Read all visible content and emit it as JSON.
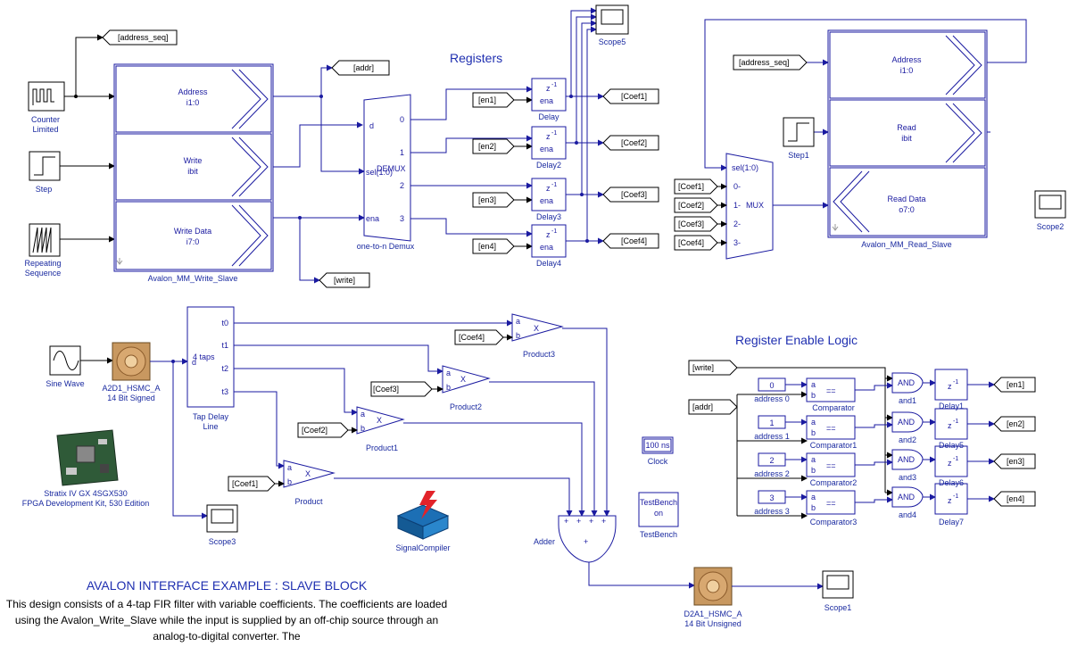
{
  "titles": {
    "registers": "Registers",
    "register_enable_logic": "Register Enable Logic",
    "example_heading": "AVALON INTERFACE EXAMPLE : SLAVE BLOCK",
    "example_text": "This design consists of a 4-tap FIR filter with variable coefficients.  The coefficients are loaded using the Avalon_Write_Slave while the input is supplied by an off-chip source through an analog-to-digital converter. The"
  },
  "sources": {
    "counter": "Counter Limited",
    "step": "Step",
    "repeating": "Repeating Sequence",
    "sine": "Sine Wave",
    "step1": "Step1"
  },
  "write_slave": {
    "name": "Avalon_MM_Write_Slave",
    "address": "Address",
    "address_type": "i1:0",
    "write": "Write",
    "write_type": "ibit",
    "write_data": "Write Data",
    "write_data_type": "i7:0"
  },
  "read_slave": {
    "name": "Avalon_MM_Read_Slave",
    "address": "Address",
    "address_type": "i1:0",
    "read": "Read",
    "read_type": "ibit",
    "read_data": "Read Data",
    "read_data_type": "o7:0"
  },
  "demux": {
    "name": "one-to-n Demux",
    "label": "DEMUX",
    "in_d": "d",
    "in_sel": "sel(1:0)",
    "in_ena": "ena",
    "outs": [
      "0",
      "1",
      "2",
      "3"
    ]
  },
  "mux": {
    "label": "MUX",
    "sel": "sel(1:0)",
    "ins": [
      "0-",
      "1-",
      "2-",
      "3-"
    ]
  },
  "tags": {
    "address_seq": "[address_seq]",
    "addr": "[addr]",
    "write": "[write]",
    "en": [
      "[en1]",
      "[en2]",
      "[en3]",
      "[en4]"
    ],
    "coef": [
      "[Coef1]",
      "[Coef2]",
      "[Coef3]",
      "[Coef4]"
    ]
  },
  "delays": {
    "names": [
      "Delay",
      "Delay2",
      "Delay3",
      "Delay4"
    ],
    "z": "z",
    "exp": "-1",
    "ena": "ena"
  },
  "scopes": {
    "scope5": "Scope5",
    "scope2": "Scope2",
    "scope3": "Scope3",
    "scope1": "Scope1"
  },
  "filter": {
    "tap_delay": "Tap Delay Line",
    "taps": "4 taps",
    "tap_in": "d",
    "tap_outs": [
      "t0",
      "t1",
      "t2",
      "t3"
    ],
    "products": [
      "Product3",
      "Product2",
      "Product1",
      "Product"
    ],
    "mult": "X",
    "a": "a",
    "b": "b",
    "adder": "Adder",
    "plus": "+",
    "adc": "A2D1_HSMC_A",
    "adc_sub": "14 Bit Signed",
    "dac": "D2A1_HSMC_A",
    "dac_sub": "14 Bit Unsigned",
    "board1": "Stratix IV GX 4SGX530",
    "board2": "FPGA Development Kit, 530 Edition",
    "signal_compiler": "SignalCompiler",
    "clock": "100 ns",
    "clock_name": "Clock",
    "testbench_line1": "TestBench",
    "testbench_line2": "on",
    "testbench_name": "TestBench"
  },
  "enable_logic": {
    "write_tag": "[write]",
    "addr_tag": "[addr]",
    "consts": [
      "0",
      "1",
      "2",
      "3"
    ],
    "const_names": [
      "address 0",
      "address 1",
      "address 2",
      "address 3"
    ],
    "comparators": [
      "Comparator",
      "Comparator1",
      "Comparator2",
      "Comparator3"
    ],
    "eq": "==",
    "ands": [
      "and1",
      "and2",
      "and3",
      "and4"
    ],
    "and_label": "AND",
    "delays": [
      "Delay1",
      "Delay5",
      "Delay6",
      "Delay7"
    ],
    "outs": [
      "[en1]",
      "[en2]",
      "[en3]",
      "[en4]"
    ]
  }
}
